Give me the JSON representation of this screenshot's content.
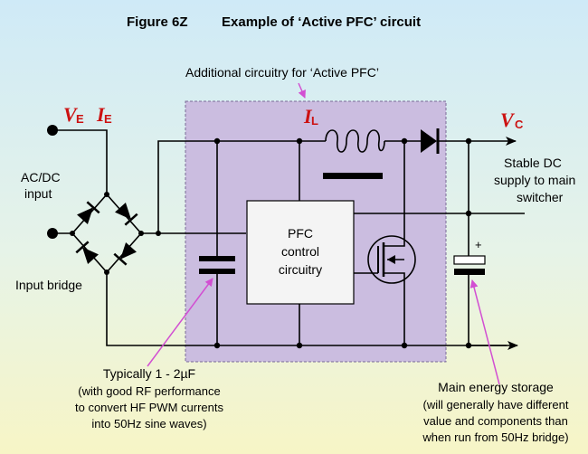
{
  "title": {
    "figure": "Figure 6Z",
    "caption": "Example of ‘Active PFC’ circuit"
  },
  "labels": {
    "additional_circuitry": "Additional circuitry for ‘Active PFC’",
    "ve": "V",
    "ve_sub": "E",
    "ie": "I",
    "ie_sub": "E",
    "il": "I",
    "il_sub": "L",
    "vc": "V",
    "vc_sub": "C",
    "acdc_line1": "AC/DC",
    "acdc_line2": "input",
    "input_bridge": "Input bridge",
    "stable_line1": "Stable DC",
    "stable_line2": "supply to main",
    "stable_line3": "switcher",
    "pfc_line1": "PFC",
    "pfc_line2": "control",
    "pfc_line3": "circuitry",
    "cap_polarity": "+"
  },
  "notes": {
    "cap_line1": "Typically 1 - 2µF",
    "cap_line2": "(with good RF performance",
    "cap_line3": "to convert HF PWM currents",
    "cap_line4": "into 50Hz sine waves)",
    "storage_line1": "Main energy storage",
    "storage_line2": "(will generally have different",
    "storage_line3": "value and components than",
    "storage_line4": "when run from 50Hz bridge)"
  },
  "colors": {
    "pfc_region_fill": "#cbbde0",
    "pfc_region_border": "#7a6a96",
    "annotation_arrow": "#d24fd2",
    "label_red": "#cc1111",
    "background_top": "#cfeaf7",
    "background_bottom": "#f7f5c6"
  }
}
